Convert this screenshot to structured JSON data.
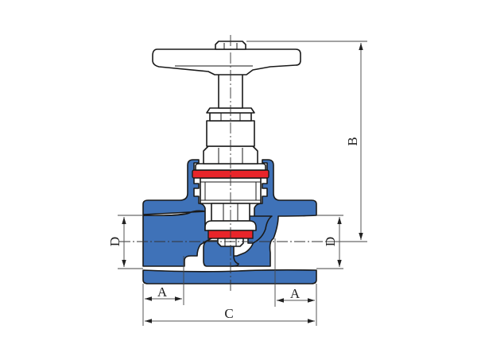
{
  "diagram": {
    "type": "globe-valve-technical-drawing",
    "colors": {
      "body": "#3f72b8",
      "gasket": "#e8252a",
      "outline": "#1a1a1a",
      "background": "#ffffff"
    },
    "dimensions": {
      "A_left": "A",
      "A_right": "A",
      "B": "B",
      "C": "C",
      "D_left": "D",
      "D_right": "D"
    },
    "parts": [
      "handwheel",
      "top-nut",
      "stem",
      "packing-nut",
      "bonnet",
      "bonnet-hex",
      "upper-gasket",
      "bonnet-thread",
      "valve-body",
      "disc",
      "seat-gasket",
      "disc-nut"
    ]
  }
}
